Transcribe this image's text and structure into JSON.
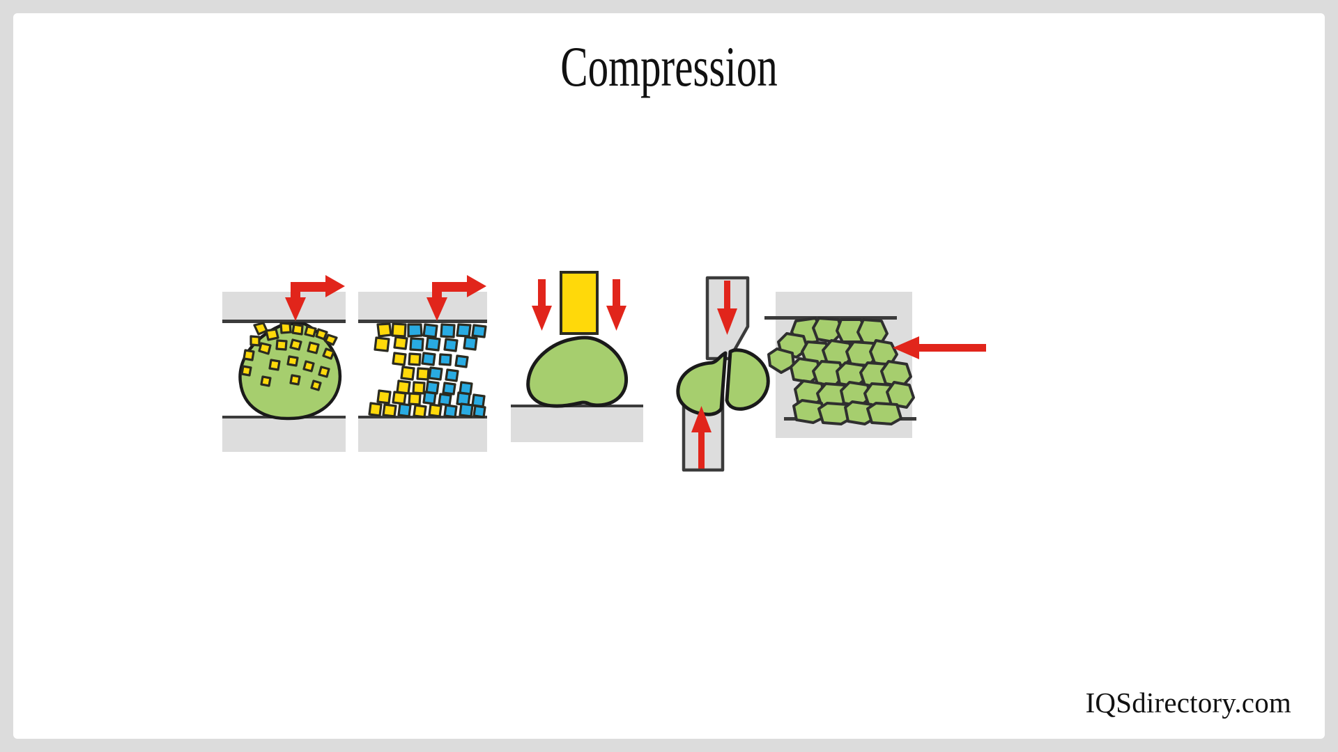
{
  "page": {
    "title": "Compression",
    "footer_text": "IQSdirectory.com",
    "background_color": "#dcdcdc",
    "canvas_color": "#ffffff"
  },
  "colors": {
    "arrow_red": "#e1251b",
    "plate_gray": "#dddddd",
    "plate_edge": "#3b3b3b",
    "blob_green": "#a6ce6e",
    "blob_outline": "#1a1a1a",
    "particle_yellow": "#ffd90a",
    "particle_blue": "#29abe2",
    "punch_yellow": "#ffd90a",
    "text_black": "#111111"
  },
  "figure": {
    "label": "compression-test-illustrations",
    "panels": [
      {
        "id": "panel-1",
        "name": "uniaxial-compression-with-surface-particles",
        "arrow_icon": "l-shaped-down-right-arrow-icon",
        "plates": [
          "upper-platen",
          "lower-platen"
        ],
        "body": "green-blob-with-yellow-surface-particles",
        "particle_colors": [
          "#ffd90a"
        ],
        "particle_count": 22
      },
      {
        "id": "panel-2",
        "name": "particulate-bed-compression",
        "arrow_icon": "l-shaped-down-right-arrow-icon",
        "plates": [
          "upper-platen",
          "lower-platen"
        ],
        "body": "yellow-and-blue-granular-hourglass",
        "particle_colors": [
          "#ffd90a",
          "#29abe2"
        ],
        "particle_count": 46
      },
      {
        "id": "panel-3",
        "name": "punch-indentation",
        "arrow_icon": "two-down-arrows-icon",
        "plates": [
          "lower-platen"
        ],
        "body": "green-blob-under-yellow-punch",
        "punch": "yellow-rectangular-punch"
      },
      {
        "id": "panel-4",
        "name": "shear-cutting",
        "arrow_icon": "opposed-vertical-arrows-icon",
        "blades": [
          "upper-shear-blade",
          "lower-shear-blade"
        ],
        "body": "green-blob-sheared-in-two"
      },
      {
        "id": "panel-5",
        "name": "die-extrusion-of-granular-mass",
        "arrow_icon": "left-pointing-arrow-icon",
        "plates": [
          "upper-die-wall",
          "lower-die-wall"
        ],
        "body": "green-cellular-granular-mass"
      }
    ]
  }
}
